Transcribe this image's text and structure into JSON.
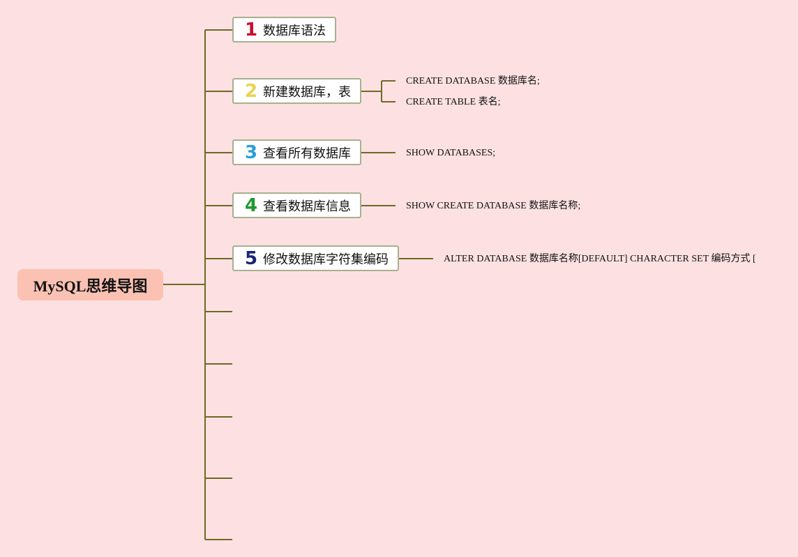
{
  "colors": {
    "background": "#fde1e2",
    "root_fill": "#fbc2b3",
    "connector": "#6b6b23",
    "topic_border": "#a7b08f"
  },
  "root": {
    "label": "MySQL思维导图"
  },
  "topics": [
    {
      "number": "1",
      "number_color": "#c8102e",
      "label": "数据库语法",
      "children": []
    },
    {
      "number": "2",
      "number_color": "#ecd34f",
      "label": "新建数据库，表",
      "children": [
        "CREATE DATABASE 数据库名;",
        "CREATE TABLE 表名;"
      ]
    },
    {
      "number": "3",
      "number_color": "#2a9fd6",
      "label": "查看所有数据库",
      "children": [
        "SHOW DATABASES;"
      ]
    },
    {
      "number": "4",
      "number_color": "#1f9a2b",
      "label": "查看数据库信息",
      "children": [
        "SHOW CREATE DATABASE 数据库名称;"
      ]
    },
    {
      "number": "5",
      "number_color": "#1c2577",
      "label": "修改数据库字符集编码",
      "children": [
        "ALTER DATABASE 数据库名称[DEFAULT] CHARACTER SET 编码方式 ["
      ]
    }
  ],
  "empty_branch_count": 5
}
